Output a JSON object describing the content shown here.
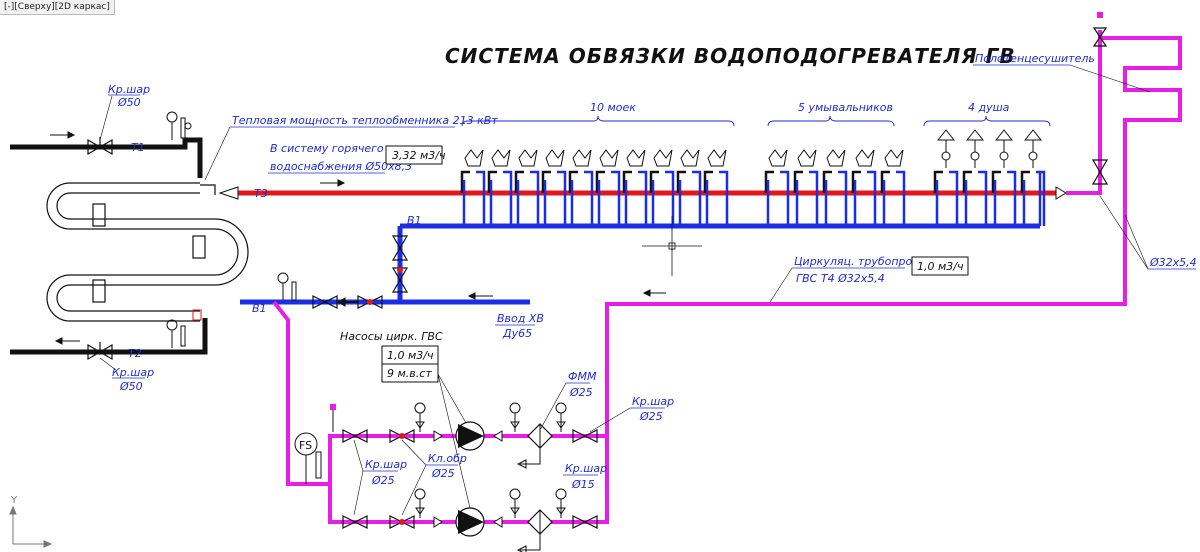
{
  "viewport_tab": "[-][Сверху][2D каркас]",
  "title": "СИСТЕМА ОБВЯЗКИ ВОДОПОДОГРЕВАТЕЛЯ ГВ",
  "labels": {
    "valve_top_left": "Кр.шар",
    "valve_top_left_dia": "Ø50",
    "valve_bottom_left": "Кр.шар",
    "valve_bottom_left_dia": "Ø50",
    "t1": "T1",
    "t2": "T2",
    "t3": "T3",
    "b1_left": "B1",
    "b1_top": "B1",
    "heat_power": "Тепловая мощность теплообменника 213 кВт",
    "hot_supply_1": "В систему горячего",
    "hot_supply_2": "водоснабжения Ø50х8,3",
    "flow_hot": "3,32 м3/ч",
    "group_sinks": "10 моек",
    "group_washbasins": "5 умывальников",
    "group_showers": "4 душа",
    "towel_dryer": "Полотенцесушитель",
    "pipe_size_right": "Ø32х5,4",
    "circ_pipe_1": "Циркуляц. трубопровод",
    "circ_pipe_2": "ГВС Т4 Ø32х5,4",
    "flow_circ": "1,0 м3/ч",
    "cold_input_1": "Ввод ХВ",
    "cold_input_2": "Ду65",
    "pumps_title": "Насосы цирк. ГВС",
    "pump_flow": "1,0 м3/ч",
    "pump_head": "9 м.в.ст",
    "fmm": "ФММ",
    "fmm_dia": "Ø25",
    "valve_right": "Кр.шар",
    "valve_right_dia": "Ø25",
    "valve_pump_left": "Кр.шар",
    "valve_pump_left_dia": "Ø25",
    "check_valve": "Кл.обр",
    "check_valve_dia": "Ø25",
    "valve_drain": "Кр.шар",
    "valve_drain_dia": "Ø15",
    "fs": "FS",
    "axis_y": "Y"
  },
  "colors": {
    "hot": "#e3161b",
    "cold": "#1a2ee6",
    "circ": "#e81ee6",
    "heating": "#111111",
    "text_blue": "#1f2bd8"
  },
  "fixtures": {
    "sinks": 10,
    "washbasins": 5,
    "showers": 4
  }
}
